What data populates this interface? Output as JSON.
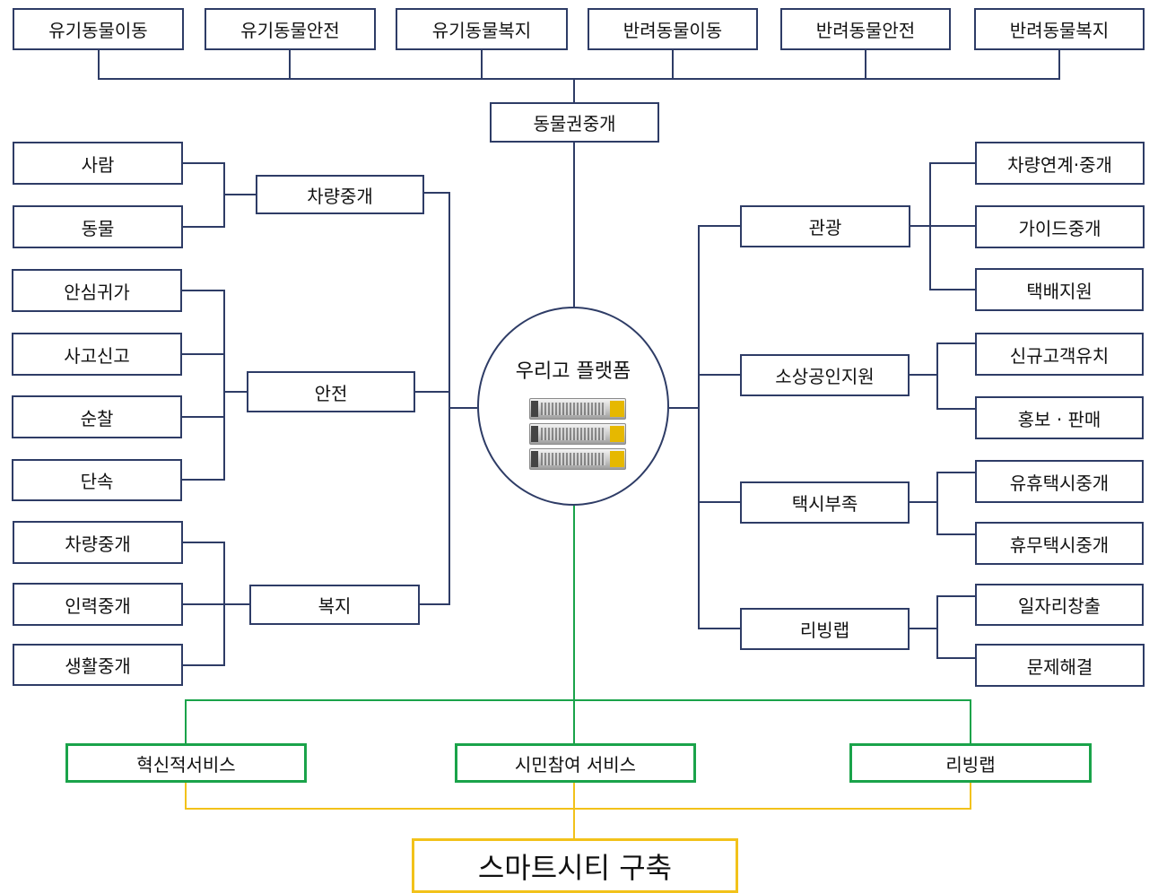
{
  "hub": {
    "top": "동물권중개",
    "center": "우리고 플랫폼",
    "bottom": "스마트시티 구축",
    "top_row": [
      "유기동물이동",
      "유기동물안전",
      "유기동물복지",
      "반려동물이동",
      "반려동물안전",
      "반려동물복지"
    ]
  },
  "left": {
    "vehicle": {
      "label": "차량중개",
      "children": [
        "사람",
        "동물"
      ]
    },
    "safety": {
      "label": "안전",
      "children": [
        "안심귀가",
        "사고신고",
        "순찰",
        "단속"
      ]
    },
    "welfare": {
      "label": "복지",
      "children": [
        "차량중개",
        "인력중개",
        "생활중개"
      ]
    }
  },
  "right": {
    "tourism": {
      "label": "관광",
      "children": [
        "차량연계·중개",
        "가이드중개",
        "택배지원"
      ]
    },
    "merchant": {
      "label": "소상공인지원",
      "children": [
        "신규고객유치",
        "홍보 · 판매"
      ]
    },
    "taxi": {
      "label": "택시부족",
      "children": [
        "유휴택시중개",
        "휴무택시중개"
      ]
    },
    "livinglab": {
      "label": "리빙랩",
      "children": [
        "일자리창출",
        "문제해결"
      ]
    }
  },
  "services": [
    "혁신적서비스",
    "시민참여 서비스",
    "리빙랩"
  ],
  "colors": {
    "navy": "#2e3c66",
    "green": "#1aa34a",
    "gold": "#f2c21a"
  },
  "icons": {
    "center": "server-rack-icon"
  }
}
